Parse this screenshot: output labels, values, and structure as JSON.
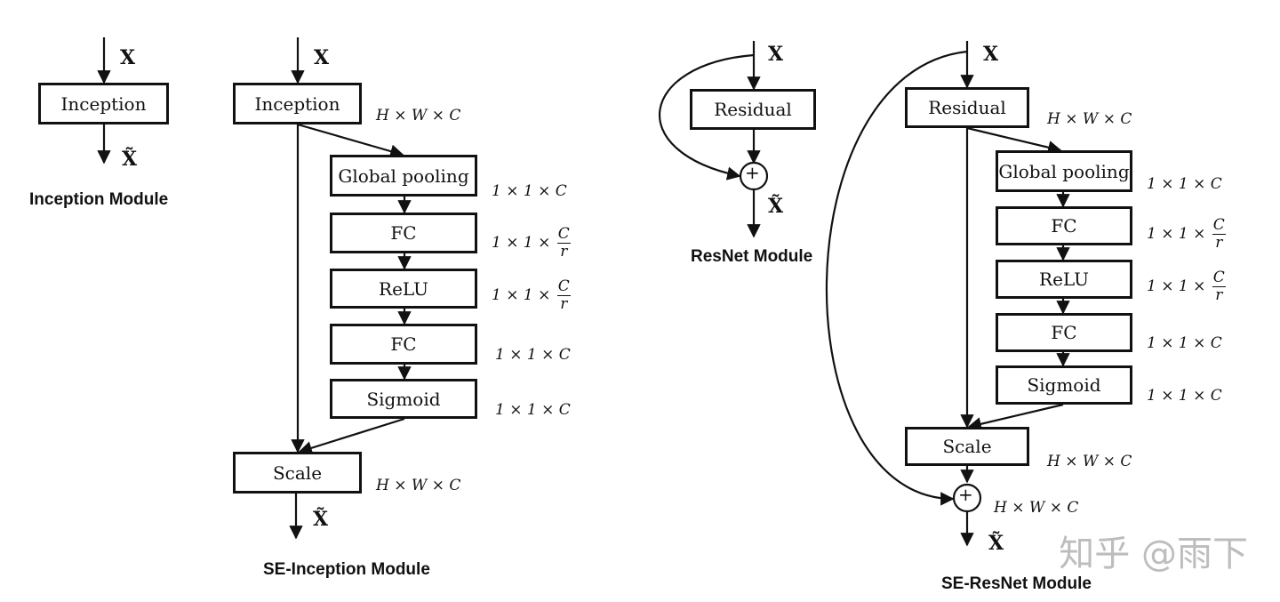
{
  "diagram": {
    "input_symbol": "X",
    "output_symbol": "X̃",
    "plus_symbol": "+",
    "inception_module": {
      "caption": "Inception Module",
      "block": "Inception"
    },
    "se_inception_module": {
      "caption": "SE-Inception Module",
      "blocks": [
        "Inception",
        "Global pooling",
        "FC",
        "ReLU",
        "FC",
        "Sigmoid",
        "Scale"
      ],
      "dims": {
        "inception": "H × W × C",
        "global_pooling": "1 × 1 × C",
        "fc1_prefix": "1 × 1 ×",
        "relu_prefix": "1 × 1 ×",
        "frac_num": "C",
        "frac_den": "r",
        "fc2": "1 × 1 × C",
        "sigmoid": "1 × 1 × C",
        "scale": "H × W × C"
      }
    },
    "resnet_module": {
      "caption": "ResNet Module",
      "block": "Residual"
    },
    "se_resnet_module": {
      "caption": "SE-ResNet Module",
      "blocks": [
        "Residual",
        "Global pooling",
        "FC",
        "ReLU",
        "FC",
        "Sigmoid",
        "Scale"
      ],
      "dims": {
        "residual": "H × W × C",
        "global_pooling": "1 × 1 × C",
        "fc1_prefix": "1 × 1 ×",
        "relu_prefix": "1 × 1 ×",
        "frac_num": "C",
        "frac_den": "r",
        "fc2": "1 × 1 × C",
        "sigmoid": "1 × 1 × C",
        "scale": "H × W × C",
        "sum": "H × W × C"
      }
    }
  },
  "watermark": "知乎 @雨下"
}
